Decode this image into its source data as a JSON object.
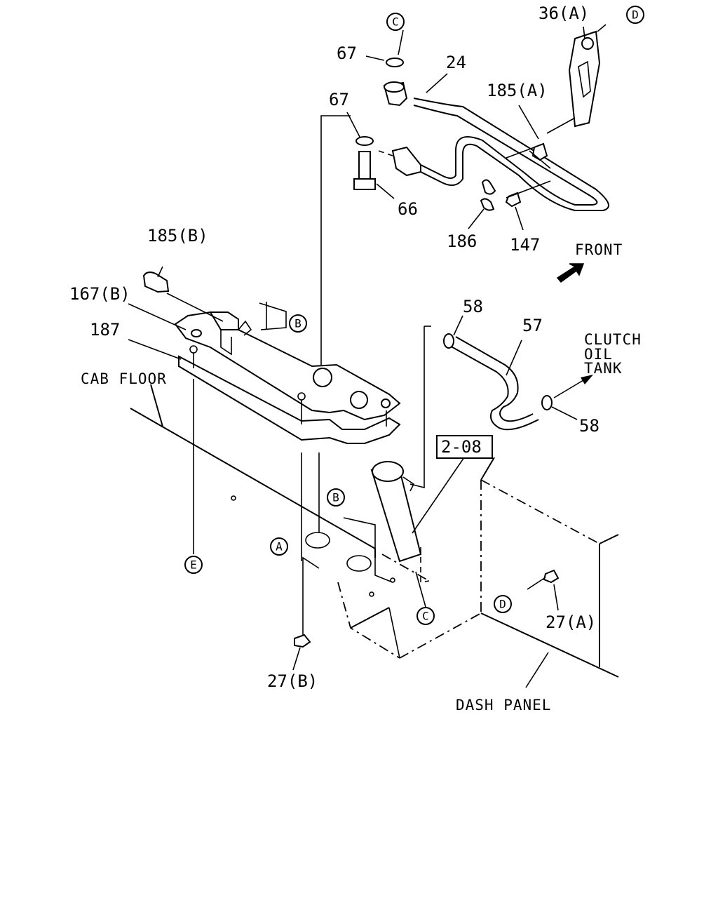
{
  "callouts": {
    "p36a": "36(A)",
    "p24": "24",
    "p67_top": "67",
    "p67_mid": "67",
    "p185a": "185(A)",
    "p66": "66",
    "p186": "186",
    "p147": "147",
    "p185b": "185(B)",
    "p167b": "167(B)",
    "p187": "187",
    "p58_top": "58",
    "p57": "57",
    "p58_bot": "58",
    "ref_208": "2-08",
    "p27a": "27(A)",
    "p27b": "27(B)"
  },
  "labels": {
    "front": "FRONT",
    "clutch_oil_tank": [
      "CLUTCH",
      "OIL",
      "TANK"
    ],
    "cab_floor": "CAB FLOOR",
    "dash_panel": "DASH PANEL"
  },
  "connectors": {
    "a1": "A",
    "b1": "B",
    "b2": "B",
    "c1": "C",
    "c2": "C",
    "d1": "D",
    "d2": "D",
    "e1": "E"
  }
}
